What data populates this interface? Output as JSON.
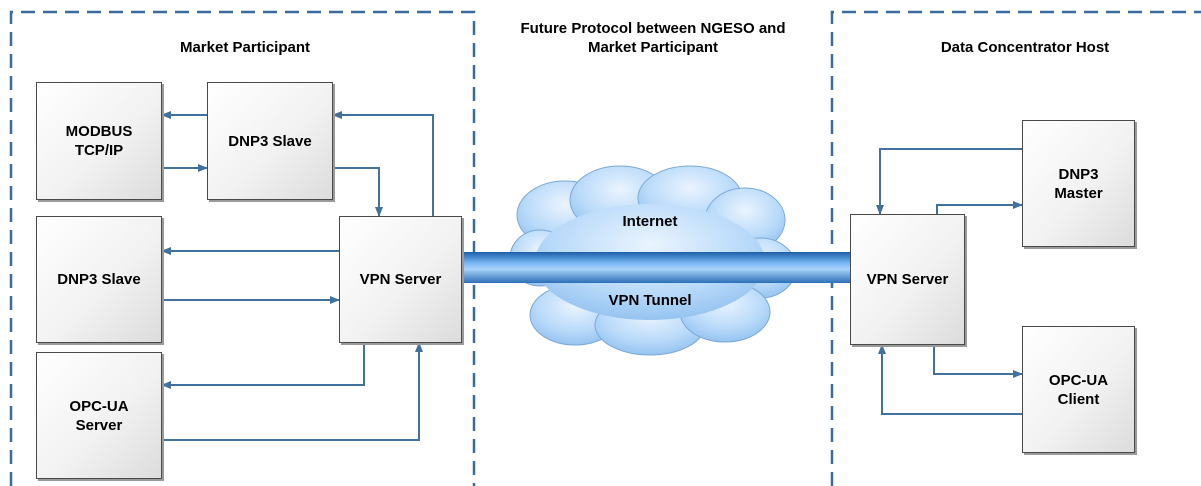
{
  "colors": {
    "dash_border": "#3a6b9e",
    "arrow": "#41719c",
    "tunnel": "#3f88d4",
    "cloud": "#9cc6f2"
  },
  "regions": {
    "market_participant": "Market Participant",
    "protocol": "Future Protocol between NGESO and\nMarket Participant",
    "data_concentrator": "Data Concentrator Host"
  },
  "boxes": {
    "modbus": "MODBUS\nTCP/IP",
    "dnp3_slave_top": "DNP3 Slave",
    "dnp3_slave_mid": "DNP3 Slave",
    "opcua_server": "OPC-UA\nServer",
    "vpn_left": "VPN Server",
    "vpn_right": "VPN Server",
    "dnp3_master": "DNP3\nMaster",
    "opcua_client": "OPC-UA\nClient"
  },
  "cloud": {
    "internet": "Internet",
    "tunnel": "VPN Tunnel"
  }
}
